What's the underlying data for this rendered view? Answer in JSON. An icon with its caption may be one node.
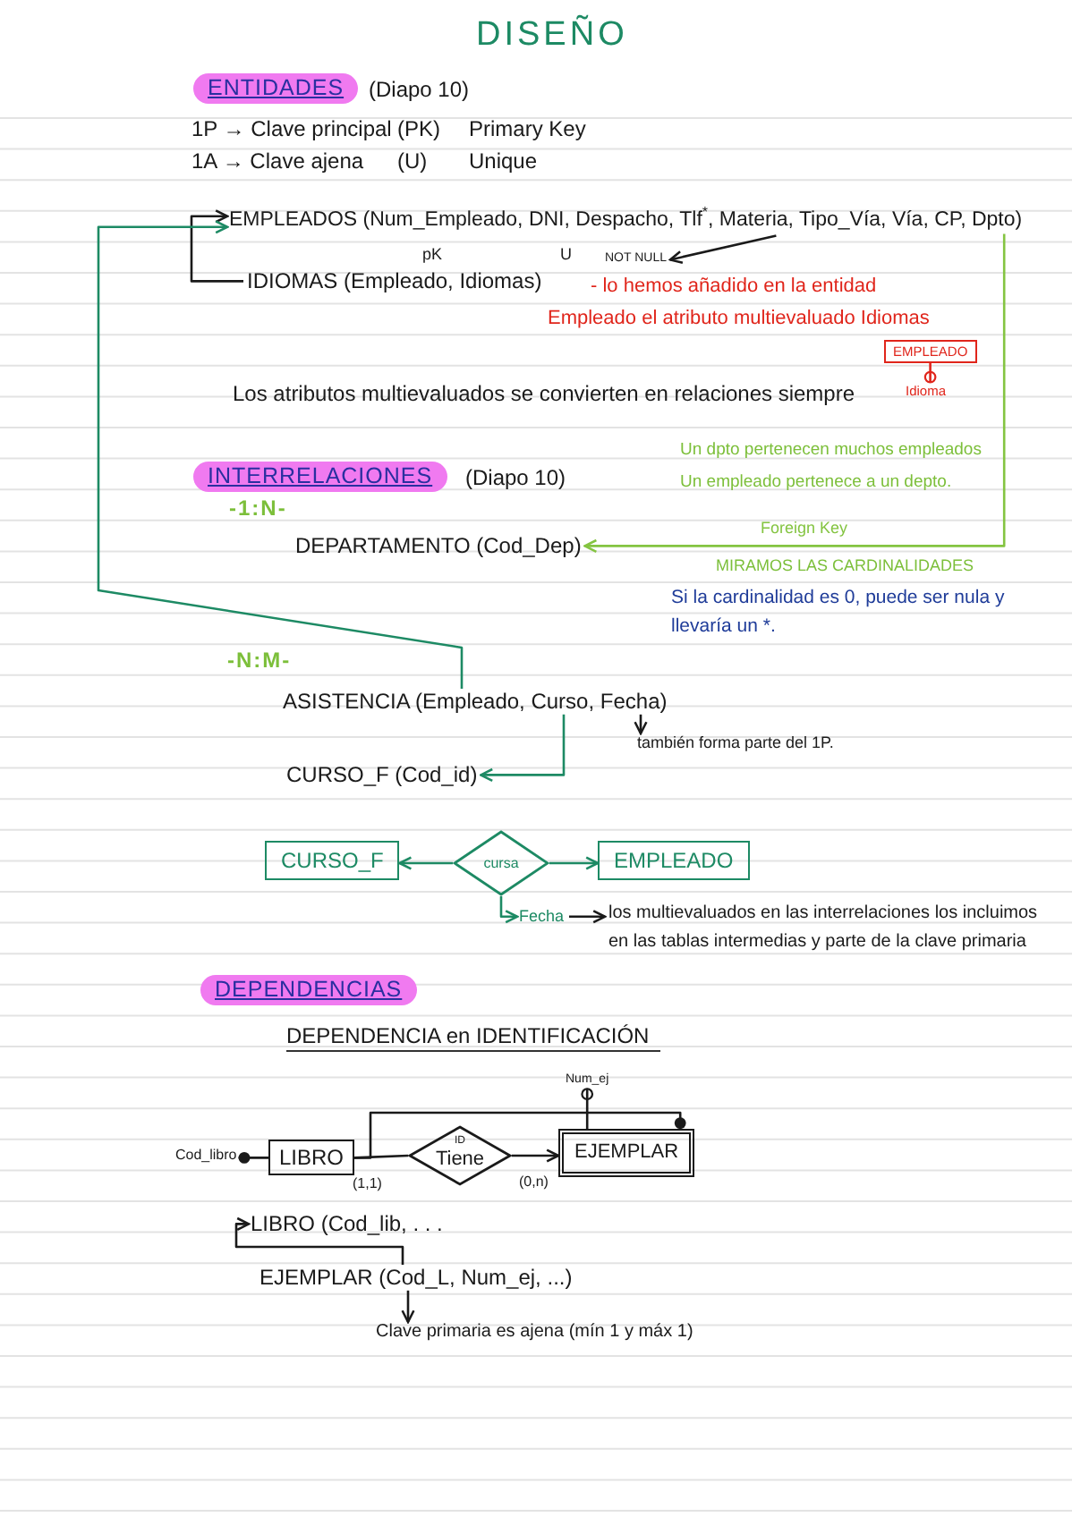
{
  "diagram": {
    "title": "DISEÑO",
    "nodes": [
      {
        "text": [
          "EMPLEADOS (Num_Empleado, DNI, Despacho, Tlf$^{*}$, Materia, Tipo_Vía, Vía, CP, Dpto)"
        ]
      },
      {
        "text": [
          "NOT NULL"
        ]
      },
      {
        "text": [
          "IDIOMAS (Empleado, Idiomas)"
        ]
      },
      {
        "text": [
          "EMPLEADO"
        ]
      },
      {
        "text": [
          "Idioma"
        ]
      },
      {
        "text": [
          "DEPARTAMENTO (Cod_Dep)"
        ]
      },
      {
        "text": [
          "ASISTENCIA (Empleado, Curso, Fecha)"
        ]
      },
      {
        "text": [
          "también forma parte del 1P."
        ]
      },
      {
        "text": [
          "CURSO_F (Cod_id)"
        ]
      },
      {
        "text": [
          "CURSO_F"
        ]
      },
      {
        "text": [
          "cursa"
        ]
      },
      {
        "text": [
          "EMPLEADO"
        ]
      },
      {
        "text": [
          "Fecha"
        ]
      },
      {
        "text": [
          "los multievaluados en las interrelaciones los incluimos en las tablas intermedias y parte de la clave primaria"
        ]
      },
      {
        "text": [
          "Cod_libro"
        ]
      },
      {
        "text": [
          "LIBRO"
        ]
      },
      {
        "text": [
          "ID",
          "Tiene"
        ]
      },
      {
        "text": [
          "EJEMPLAR"
        ]
      },
      {
        "text": [
          "Num_ej"
        ]
      },
      {
        "text": [
          "LIBRO (Cod_lib, . . ."
        ]
      },
      {
        "text": [
          "EJEMPLAR (Cod_L, Num_ej, ...)"
        ]
      },
      {
        "text": [
          "Clave primaria es ajena (mín 1 y máx 1)"
        ]
      }
    ],
    "edges": [
      {
        "from": 2,
        "to": 0,
        "arrow": "to"
      },
      {
        "from": 6,
        "to": 0,
        "arrow": "to",
        "color": "#1d8a64"
      },
      {
        "from": 0,
        "to": 5,
        "arrow": "to",
        "label": "Foreign Key",
        "color": "#84c441"
      },
      {
        "from": 0,
        "to": 1,
        "arrow": "to"
      },
      {
        "from": 3,
        "to": 4,
        "arrow": "other",
        "color": "#e0251b"
      },
      {
        "from": 6,
        "to": 7,
        "arrow": "to"
      },
      {
        "from": 6,
        "to": 8,
        "arrow": "to",
        "color": "#1d8a64"
      },
      {
        "from": 10,
        "to": 9,
        "arrow": "to",
        "color": "#1d8a64"
      },
      {
        "from": 10,
        "to": 11,
        "arrow": "to",
        "color": "#1d8a64"
      },
      {
        "from": 10,
        "to": 12,
        "arrow": "to",
        "color": "#1d8a64"
      },
      {
        "from": 12,
        "to": 13,
        "arrow": "to"
      },
      {
        "from": 15,
        "to": 14,
        "arrow": "other"
      },
      {
        "from": 15,
        "to": 16,
        "arrow": "none",
        "label": "(1,1)"
      },
      {
        "from": 16,
        "to": 17,
        "arrow": "to",
        "label": "(0,n)"
      },
      {
        "from": 17,
        "to": 18,
        "arrow": "other"
      },
      {
        "from": 15,
        "to": 17,
        "arrow": "other"
      },
      {
        "from": 20,
        "to": 19,
        "arrow": "to"
      },
      {
        "from": 20,
        "to": 21,
        "arrow": "to"
      }
    ],
    "labels": [
      "ENTIDADES",
      "(Diapo 10)",
      "1P → Clave principal",
      "(PK)",
      "Primary Key",
      "1A → Clave ajena",
      "(U)",
      "Unique",
      "pK",
      "U",
      "- lo hemos añadido en la entidad Empleado el atributo multievaluado Idiomas",
      "Los atributos multievaluados se convierten en relaciones siempre",
      "Un dpto pertenecen muchos empleados",
      "INTERRELACIONES",
      "(Diapo 10)",
      "Un empleado pertenece a un depto.",
      "-1:N-",
      "MIRAMOS LAS CARDINALIDADES",
      "Si la cardinalidad es 0, puede ser nula y llevaría un *.",
      "-N:M-",
      "DEPENDENCIAS",
      "DEPENDENCIA en IDENTIFICACIÓN"
    ]
  }
}
